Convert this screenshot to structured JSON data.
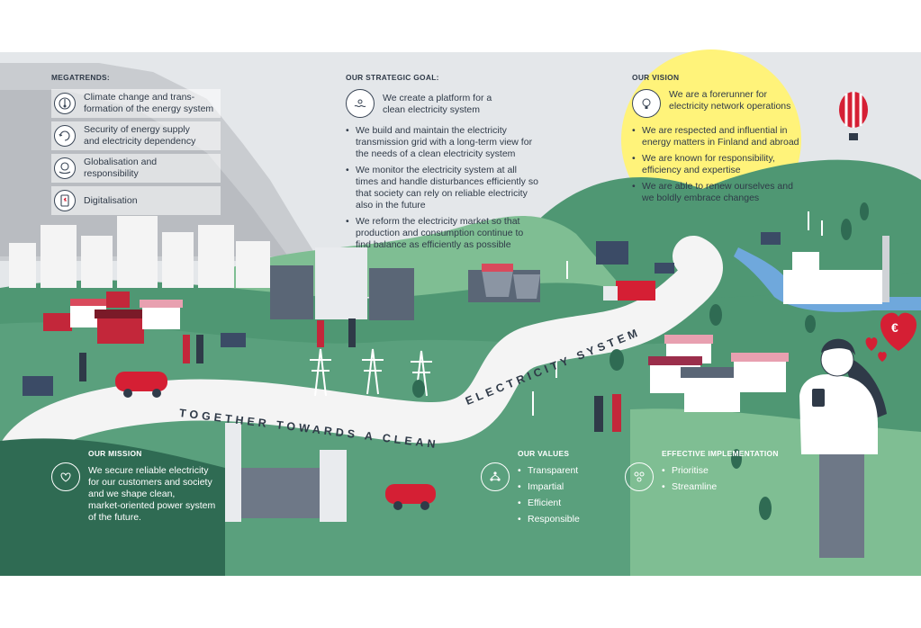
{
  "megatrends": {
    "heading": "MEGATRENDS:",
    "items": [
      {
        "icon": "globe-temperature-icon",
        "text": "Climate change and trans-\nformation of the energy system"
      },
      {
        "icon": "security-cycle-icon",
        "text": "Security of energy supply\nand electricity dependency"
      },
      {
        "icon": "globe-hand-icon",
        "text": "Globalisation and\nresponsibility"
      },
      {
        "icon": "phone-digital-icon",
        "text": "Digitalisation"
      }
    ]
  },
  "strategic_goal": {
    "heading": "OUR STRATEGIC GOAL:",
    "lead": "We create a platform for a\nclean electricity system",
    "bullets": [
      "We build and maintain the electricity\ntransmission grid with a long-term view for\nthe needs of a clean electricity system",
      "We monitor the electricity system at all\ntimes and handle disturbances efficiently so\nthat society can rely on reliable electricity\nalso in the future",
      "We reform the electricity market so that\nproduction and consumption continue to\nfind balance as efficiently as possible"
    ]
  },
  "vision": {
    "heading": "OUR VISION",
    "lead": "We are a forerunner for\nelectricity network operations",
    "bullets": [
      "We are respected and influential in\nenergy matters in Finland and abroad",
      "We are known for responsibility,\nefficiency and expertise",
      "We are able to renew ourselves and\nwe boldly embrace changes"
    ]
  },
  "road_text": {
    "part1": "TOGETHER TOWARDS A CLEAN",
    "part2": "ELECTRICITY SYSTEM"
  },
  "mission": {
    "heading": "OUR MISSION",
    "text": "We secure reliable electricity\nfor our customers and society\nand we shape clean,\nmarket-oriented power system\nof the future."
  },
  "values": {
    "heading": "OUR VALUES",
    "items": [
      "Transparent",
      "Impartial",
      "Efficient",
      "Responsible"
    ]
  },
  "implementation": {
    "heading": "EFFECTIVE IMPLEMENTATION",
    "items": [
      "Prioritise",
      "Streamline"
    ]
  },
  "heart_symbol": "€",
  "colors": {
    "sky": "#e4e7ea",
    "green_dark": "#4f9773",
    "green_light": "#7fbe93",
    "red": "#d51f34",
    "sun": "#fff37a",
    "ink": "#2f3a48"
  }
}
